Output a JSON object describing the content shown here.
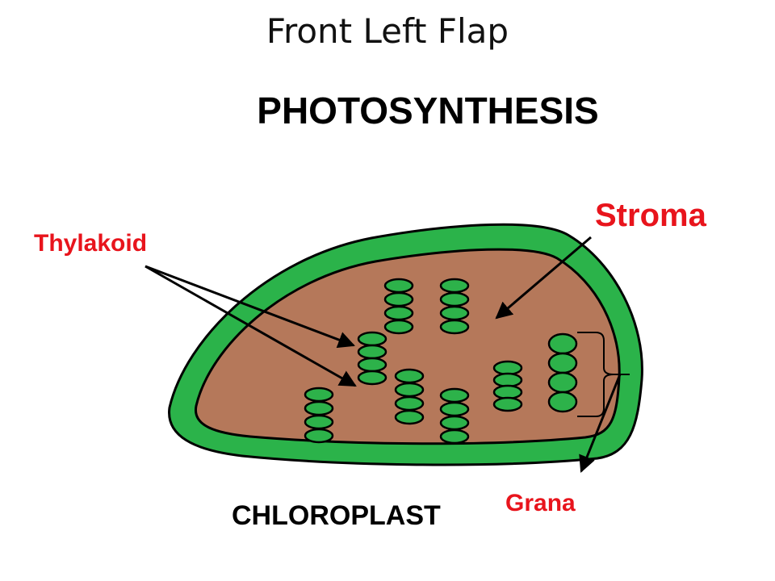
{
  "slide": {
    "title": "Front Left Flap",
    "heading": "PHOTOSYNTHESIS"
  },
  "labels": {
    "thylakoid": "Thylakoid",
    "stroma": "Stroma",
    "grana": "Grana",
    "chloroplast": "CHLOROPLAST"
  },
  "colors": {
    "label_red": "#e8141c",
    "membrane_green": "#2bb34a",
    "stroma_brown": "#b5785a",
    "outline": "#000000",
    "thylakoid_green": "#2db24a"
  },
  "grana_stacks": [
    {
      "discs": 4
    },
    {
      "discs": 4
    },
    {
      "discs": 4
    },
    {
      "discs": 4
    },
    {
      "discs": 4
    },
    {
      "discs": 4
    },
    {
      "discs": 4
    },
    {
      "discs": 4
    }
  ]
}
